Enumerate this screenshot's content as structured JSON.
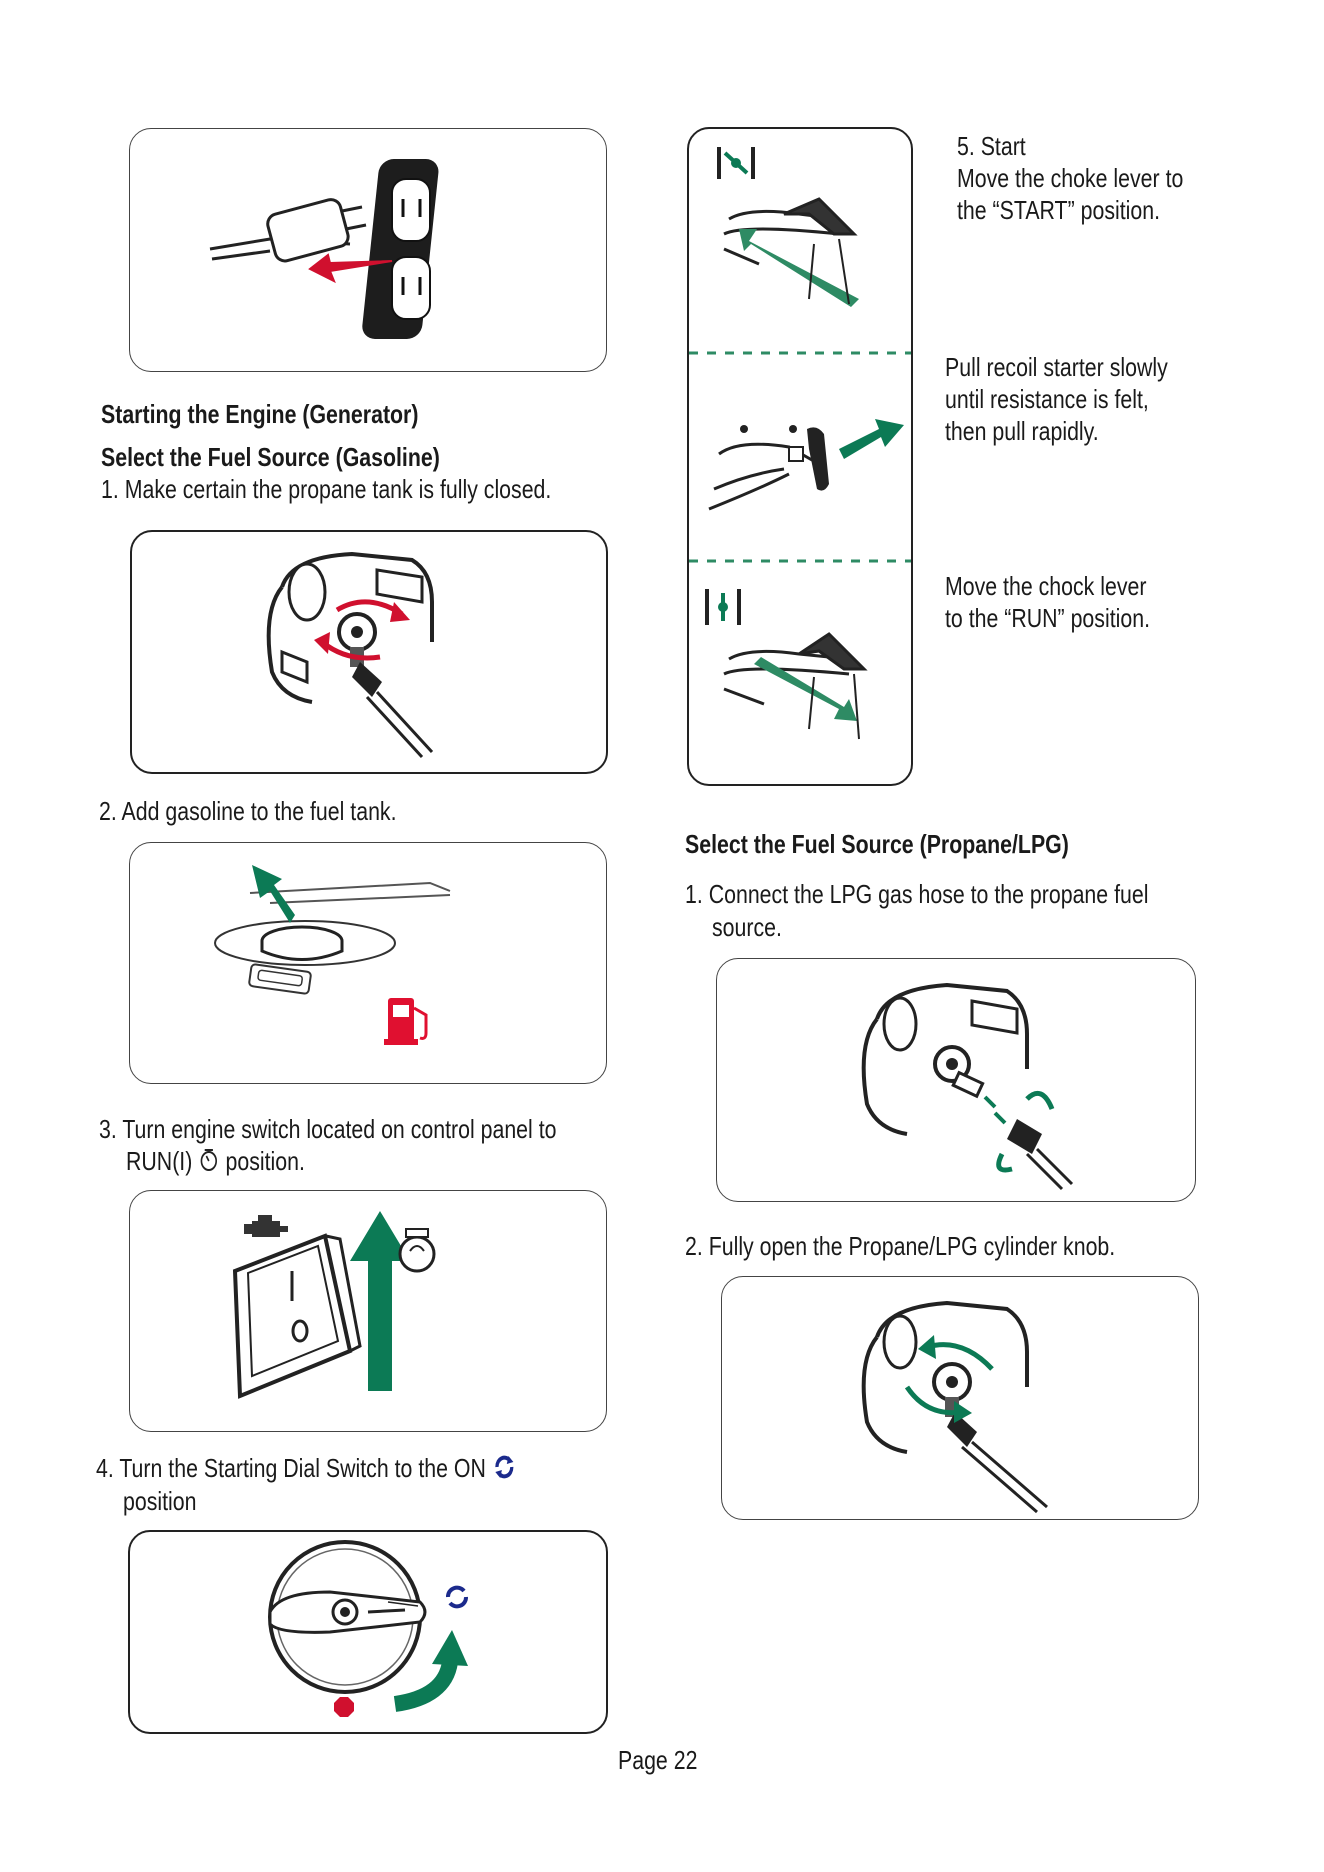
{
  "left": {
    "heading_main": "Starting the Engine (Generator)",
    "heading_gasoline": "Select the Fuel Source (Gasoline)",
    "step1": "1. Make certain the propane tank is fully closed.",
    "step2": "2. Add gasoline to the fuel tank.",
    "step3_line1": "3. Turn engine switch located on control panel to",
    "step3_line2_a": "RUN(I)",
    "step3_line2_b": "position.",
    "step4_line1": "4. Turn the Starting Dial Switch to the ON",
    "step4_line2": "position",
    "switch_on_label": "I",
    "switch_off_label": "0"
  },
  "right": {
    "step5_title": "5. Start",
    "step5_line1": "Move the choke lever to",
    "step5_line2": "the “START” position.",
    "pull_line1": "Pull recoil starter slowly",
    "pull_line2": "until resistance is felt,",
    "pull_line3": "then pull rapidly.",
    "run_line1": "Move the chock lever",
    "run_line2": "to the “RUN” position.",
    "heading_propane": "Select the Fuel Source (Propane/LPG)",
    "lpg_step1_line1": "1. Connect the LPG gas hose to the propane fuel",
    "lpg_step1_line2": "source.",
    "lpg_step2": "2. Fully open the Propane/LPG cylinder knob."
  },
  "footer": {
    "page_label": "Page 22"
  },
  "colors": {
    "red_arrow": "#d0102e",
    "green_arrow": "#0c7a55",
    "blue_icon": "#1b2a8c",
    "fuel_pump": "#e01030"
  },
  "icons": [
    "plug-outlet-icon",
    "propane-valve-icon",
    "fuel-cap-icon",
    "fuel-pump-icon",
    "engine-icon",
    "rocker-switch-icon",
    "run-position-icon",
    "on-dial-icon",
    "choke-start-icon",
    "choke-run-icon",
    "recoil-starter-icon"
  ]
}
